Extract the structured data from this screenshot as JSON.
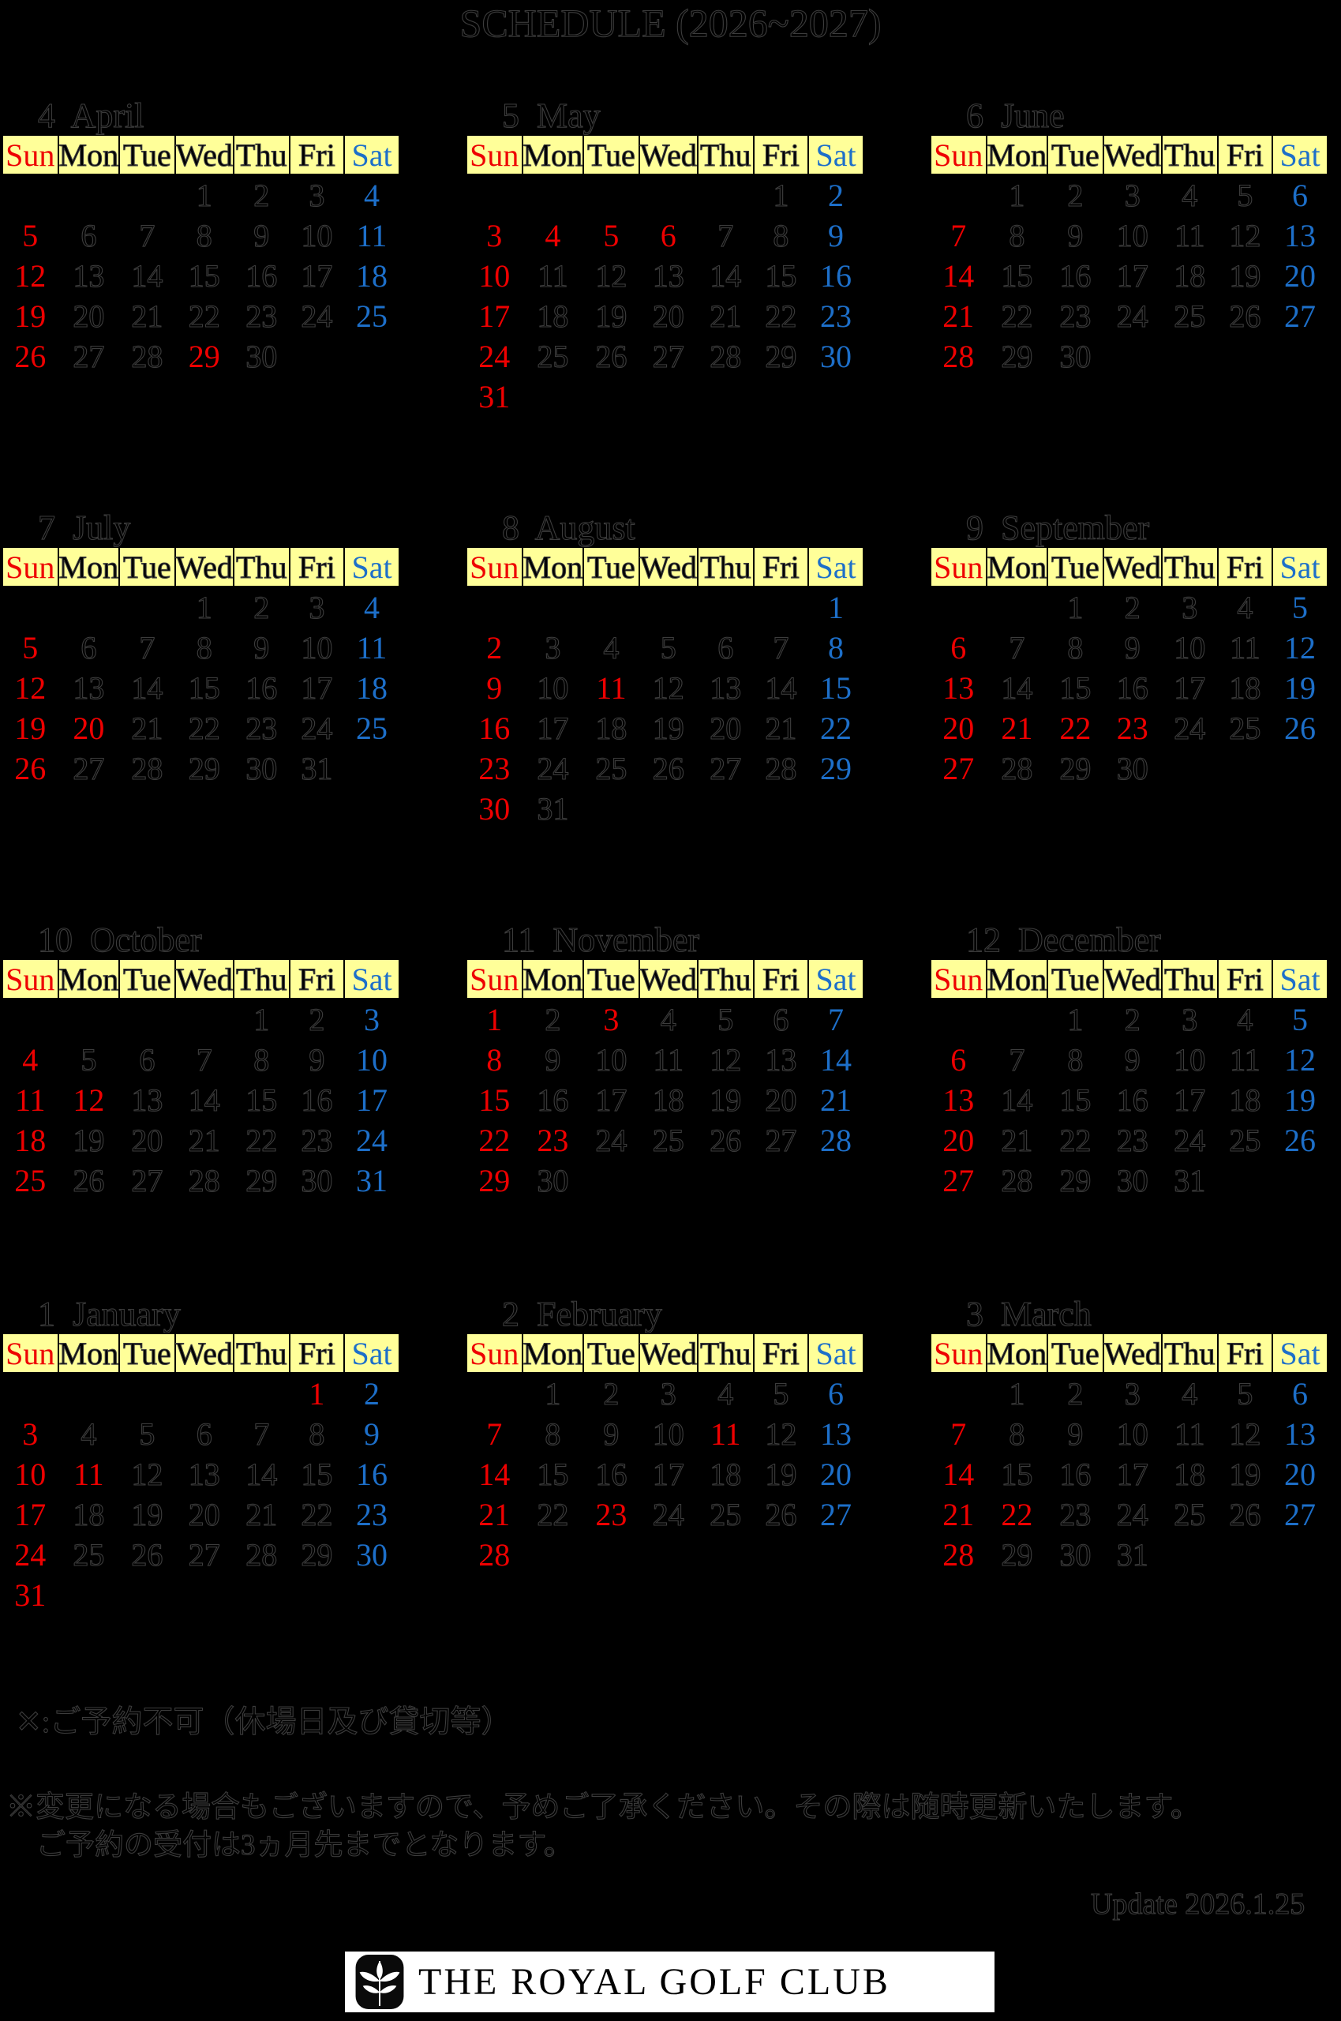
{
  "page_title": "SCHEDULE (2026~2027)",
  "colors": {
    "background": "#000000",
    "header_bg": "#ffff99",
    "sunday_holiday_red": "#ee0000",
    "saturday_blue": "#1d6fc9",
    "weekday_ink": "#000000"
  },
  "weekday_headers": [
    "Sun",
    "Mon",
    "Tue",
    "Wed",
    "Thu",
    "Fri",
    "Sat"
  ],
  "months": [
    {
      "title": "4  April",
      "red_extra": [
        "29"
      ],
      "weeks": [
        [
          "",
          "",
          "",
          "1",
          "2",
          "3",
          "4"
        ],
        [
          "5",
          "6",
          "7",
          "8",
          "9",
          "10",
          "11"
        ],
        [
          "12",
          "13",
          "14",
          "15",
          "16",
          "17",
          "18"
        ],
        [
          "19",
          "20",
          "21",
          "22",
          "23",
          "24",
          "25"
        ],
        [
          "26",
          "27",
          "28",
          "29",
          "30",
          "",
          ""
        ]
      ]
    },
    {
      "title": "5  May",
      "red_extra": [
        "4",
        "5",
        "6"
      ],
      "weeks": [
        [
          "",
          "",
          "",
          "",
          "",
          "1",
          "2"
        ],
        [
          "3",
          "4",
          "5",
          "6",
          "7",
          "8",
          "9"
        ],
        [
          "10",
          "11",
          "12",
          "13",
          "14",
          "15",
          "16"
        ],
        [
          "17",
          "18",
          "19",
          "20",
          "21",
          "22",
          "23"
        ],
        [
          "24",
          "25",
          "26",
          "27",
          "28",
          "29",
          "30"
        ],
        [
          "31",
          "",
          "",
          "",
          "",
          "",
          ""
        ]
      ]
    },
    {
      "title": "6  June",
      "red_extra": [],
      "weeks": [
        [
          "",
          "1",
          "2",
          "3",
          "4",
          "5",
          "6"
        ],
        [
          "7",
          "8",
          "9",
          "10",
          "11",
          "12",
          "13"
        ],
        [
          "14",
          "15",
          "16",
          "17",
          "18",
          "19",
          "20"
        ],
        [
          "21",
          "22",
          "23",
          "24",
          "25",
          "26",
          "27"
        ],
        [
          "28",
          "29",
          "30",
          "",
          "",
          "",
          ""
        ]
      ]
    },
    {
      "title": "7  July",
      "red_extra": [
        "20"
      ],
      "weeks": [
        [
          "",
          "",
          "",
          "1",
          "2",
          "3",
          "4"
        ],
        [
          "5",
          "6",
          "7",
          "8",
          "9",
          "10",
          "11"
        ],
        [
          "12",
          "13",
          "14",
          "15",
          "16",
          "17",
          "18"
        ],
        [
          "19",
          "20",
          "21",
          "22",
          "23",
          "24",
          "25"
        ],
        [
          "26",
          "27",
          "28",
          "29",
          "30",
          "31",
          ""
        ]
      ]
    },
    {
      "title": "8  August",
      "red_extra": [
        "11"
      ],
      "weeks": [
        [
          "",
          "",
          "",
          "",
          "",
          "",
          "1"
        ],
        [
          "2",
          "3",
          "4",
          "5",
          "6",
          "7",
          "8"
        ],
        [
          "9",
          "10",
          "11",
          "12",
          "13",
          "14",
          "15"
        ],
        [
          "16",
          "17",
          "18",
          "19",
          "20",
          "21",
          "22"
        ],
        [
          "23",
          "24",
          "25",
          "26",
          "27",
          "28",
          "29"
        ],
        [
          "30",
          "31",
          "",
          "",
          "",
          "",
          ""
        ]
      ]
    },
    {
      "title": "9  September",
      "red_extra": [
        "21",
        "22",
        "23"
      ],
      "weeks": [
        [
          "",
          "",
          "1",
          "2",
          "3",
          "4",
          "5"
        ],
        [
          "6",
          "7",
          "8",
          "9",
          "10",
          "11",
          "12"
        ],
        [
          "13",
          "14",
          "15",
          "16",
          "17",
          "18",
          "19"
        ],
        [
          "20",
          "21",
          "22",
          "23",
          "24",
          "25",
          "26"
        ],
        [
          "27",
          "28",
          "29",
          "30",
          "",
          "",
          ""
        ]
      ]
    },
    {
      "title": "10  October",
      "red_extra": [
        "12"
      ],
      "weeks": [
        [
          "",
          "",
          "",
          "",
          "1",
          "2",
          "3"
        ],
        [
          "4",
          "5",
          "6",
          "7",
          "8",
          "9",
          "10"
        ],
        [
          "11",
          "12",
          "13",
          "14",
          "15",
          "16",
          "17"
        ],
        [
          "18",
          "19",
          "20",
          "21",
          "22",
          "23",
          "24"
        ],
        [
          "25",
          "26",
          "27",
          "28",
          "29",
          "30",
          "31"
        ]
      ]
    },
    {
      "title": "11  November",
      "red_extra": [
        "3",
        "23"
      ],
      "weeks": [
        [
          "1",
          "2",
          "3",
          "4",
          "5",
          "6",
          "7"
        ],
        [
          "8",
          "9",
          "10",
          "11",
          "12",
          "13",
          "14"
        ],
        [
          "15",
          "16",
          "17",
          "18",
          "19",
          "20",
          "21"
        ],
        [
          "22",
          "23",
          "24",
          "25",
          "26",
          "27",
          "28"
        ],
        [
          "29",
          "30",
          "",
          "",
          "",
          "",
          ""
        ]
      ]
    },
    {
      "title": "12  December",
      "red_extra": [],
      "weeks": [
        [
          "",
          "",
          "1",
          "2",
          "3",
          "4",
          "5"
        ],
        [
          "6",
          "7",
          "8",
          "9",
          "10",
          "11",
          "12"
        ],
        [
          "13",
          "14",
          "15",
          "16",
          "17",
          "18",
          "19"
        ],
        [
          "20",
          "21",
          "22",
          "23",
          "24",
          "25",
          "26"
        ],
        [
          "27",
          "28",
          "29",
          "30",
          "31",
          "",
          ""
        ]
      ]
    },
    {
      "title": "1  January",
      "red_extra": [
        "1",
        "11"
      ],
      "weeks": [
        [
          "",
          "",
          "",
          "",
          "",
          "1",
          "2"
        ],
        [
          "3",
          "4",
          "5",
          "6",
          "7",
          "8",
          "9"
        ],
        [
          "10",
          "11",
          "12",
          "13",
          "14",
          "15",
          "16"
        ],
        [
          "17",
          "18",
          "19",
          "20",
          "21",
          "22",
          "23"
        ],
        [
          "24",
          "25",
          "26",
          "27",
          "28",
          "29",
          "30"
        ],
        [
          "31",
          "",
          "",
          "",
          "",
          "",
          ""
        ]
      ]
    },
    {
      "title": "2  February",
      "red_extra": [
        "11",
        "23"
      ],
      "weeks": [
        [
          "",
          "1",
          "2",
          "3",
          "4",
          "5",
          "6"
        ],
        [
          "7",
          "8",
          "9",
          "10",
          "11",
          "12",
          "13"
        ],
        [
          "14",
          "15",
          "16",
          "17",
          "18",
          "19",
          "20"
        ],
        [
          "21",
          "22",
          "23",
          "24",
          "25",
          "26",
          "27"
        ],
        [
          "28",
          "",
          "",
          "",
          "",
          "",
          ""
        ]
      ]
    },
    {
      "title": "3  March",
      "red_extra": [
        "22"
      ],
      "weeks": [
        [
          "",
          "1",
          "2",
          "3",
          "4",
          "5",
          "6"
        ],
        [
          "7",
          "8",
          "9",
          "10",
          "11",
          "12",
          "13"
        ],
        [
          "14",
          "15",
          "16",
          "17",
          "18",
          "19",
          "20"
        ],
        [
          "21",
          "22",
          "23",
          "24",
          "25",
          "26",
          "27"
        ],
        [
          "28",
          "29",
          "30",
          "31",
          "",
          "",
          ""
        ]
      ]
    }
  ],
  "footer": {
    "note1": "✕:ご予約不可（休場日及び貸切等）",
    "note2": "※変更になる場合もございますので、予めご了承ください。その際は随時更新いたします。",
    "note3": "ご予約の受付は3ヵ月先までとなります。",
    "update": "Update 2026.1.25"
  },
  "logo": {
    "emblem_icon": "leaf-emblem-icon",
    "text": "THE ROYAL GOLF CLUB"
  }
}
